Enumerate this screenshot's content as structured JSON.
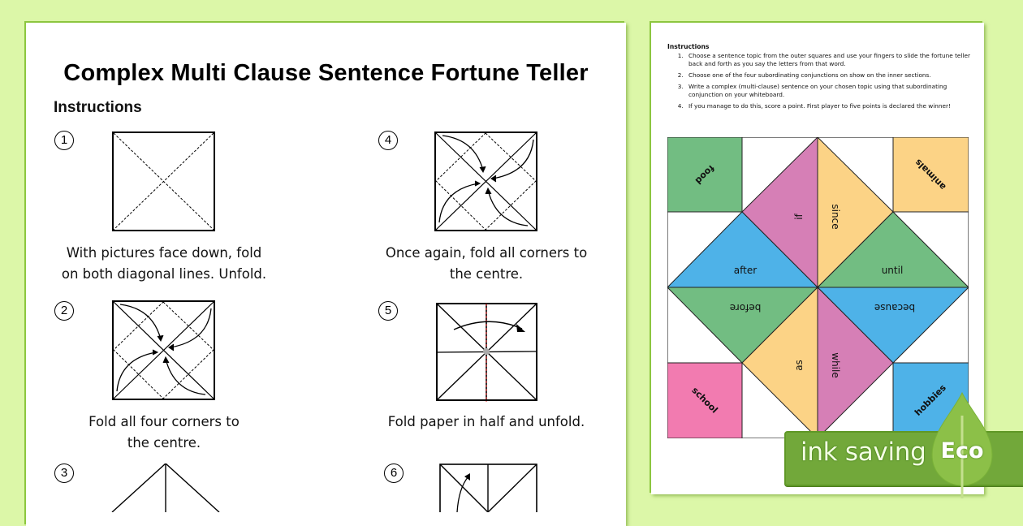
{
  "left_page": {
    "title": "Complex Multi Clause Sentence Fortune Teller",
    "instructions_heading": "Instructions",
    "steps": [
      {
        "number": "1",
        "caption_line1": "With pictures face down, fold",
        "caption_line2": "on both diagonal lines. Unfold."
      },
      {
        "number": "2",
        "caption_line1": "Fold all four corners to",
        "caption_line2": "the centre."
      },
      {
        "number": "3",
        "caption_line1": "",
        "caption_line2": ""
      },
      {
        "number": "4",
        "caption_line1": "Once again, fold all corners to",
        "caption_line2": "the centre."
      },
      {
        "number": "5",
        "caption_line1": "Fold paper in half and unfold.",
        "caption_line2": ""
      },
      {
        "number": "6",
        "caption_line1": "",
        "caption_line2": ""
      }
    ]
  },
  "right_page": {
    "instructions_heading": "Instructions",
    "instructions": [
      "Choose a sentence topic from the outer squares and use your fingers to slide the fortune teller back and forth as you say the letters from that word.",
      "Choose one of the four subordinating conjunctions on show on the inner sections.",
      "Write a complex (multi-clause) sentence on your chosen topic using that subordinating conjunction on your whiteboard.",
      "If you manage to do this, score a point. First player to five points is declared the winner!"
    ],
    "fortune_teller": {
      "topics": {
        "top_left": "food",
        "top_right": "animals",
        "bottom_left": "school",
        "bottom_right": "hobbies"
      },
      "conjunctions": {
        "top_left_upper": "if",
        "top_right_upper": "since",
        "left_upper": "after",
        "right_upper": "until",
        "left_lower": "before",
        "right_lower": "because",
        "bottom_left_lower": "as",
        "bottom_right_lower": "while"
      },
      "colors": {
        "green": "#72bd82",
        "orange": "#fcd386",
        "pink": "#d67fb6",
        "blue": "#4eb2e8",
        "hot_pink": "#f27bb0"
      }
    }
  },
  "badge": {
    "ink_saving": "ink saving",
    "eco": "Eco",
    "banner_color": "#72a83a",
    "leaf_color": "#8cc048"
  },
  "background_color": "#dcf7a8"
}
